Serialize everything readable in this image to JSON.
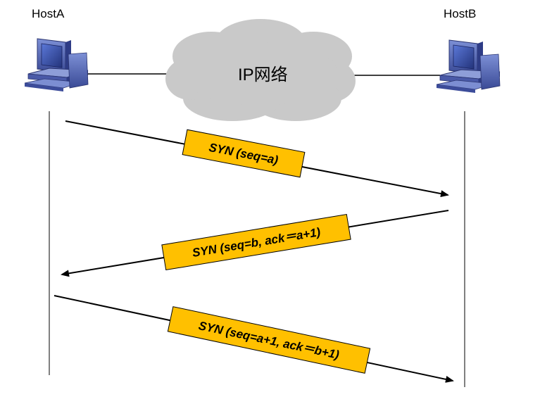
{
  "hosts": {
    "left": {
      "label": "HostA"
    },
    "right": {
      "label": "HostB"
    }
  },
  "network": {
    "label": "IP网络"
  },
  "messages": [
    {
      "label": "SYN (seq=a)",
      "direction": "HostA→HostB"
    },
    {
      "label": "SYN (seq=b, ack＝a+1)",
      "direction": "HostB→HostA"
    },
    {
      "label": "SYN (seq=a+1, ack＝b+1)",
      "direction": "HostA→HostB"
    }
  ],
  "colors": {
    "label_box_fill": "#FFC000",
    "cloud_fill": "#C8C8C8",
    "computer_screen": "#3A4FA3",
    "computer_body": "#5A6FC0"
  }
}
